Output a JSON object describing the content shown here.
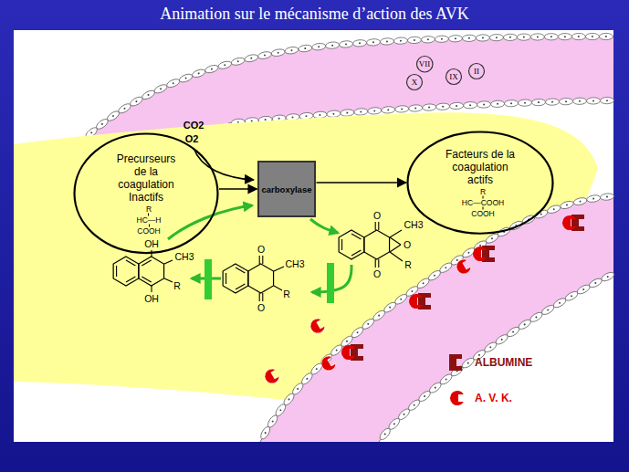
{
  "diagram": {
    "title": "Animation sur le mécanisme d’action des AVK",
    "nodes": [
      {
        "text": [
          "VII"
        ]
      },
      {
        "text": [
          "X"
        ]
      },
      {
        "text": [
          "IX"
        ]
      },
      {
        "text": [
          "II"
        ]
      },
      {
        "text": [
          "Precurseurs de la coagulation Inactifs",
          "R",
          "HC—H",
          "COOH"
        ]
      },
      {
        "text": [
          "carboxylase"
        ]
      },
      {
        "text": [
          "Facteurs de la coagulation actifs",
          "R",
          "HC—COOH",
          "COOH"
        ]
      }
    ],
    "edges": [
      {
        "from": 4,
        "to": 5,
        "arrow": "to"
      },
      {
        "from": 5,
        "to": 6,
        "arrow": "to"
      }
    ],
    "labels": [
      "CO2",
      "O2",
      "O",
      "CH3",
      "O",
      "O",
      "R",
      "O",
      "CH3",
      "R",
      "O",
      "OH",
      "CH3",
      "R",
      "OH"
    ],
    "legend": [
      {
        "text": "ALBUMINE"
      },
      {
        "text": "A. V. K."
      }
    ]
  }
}
